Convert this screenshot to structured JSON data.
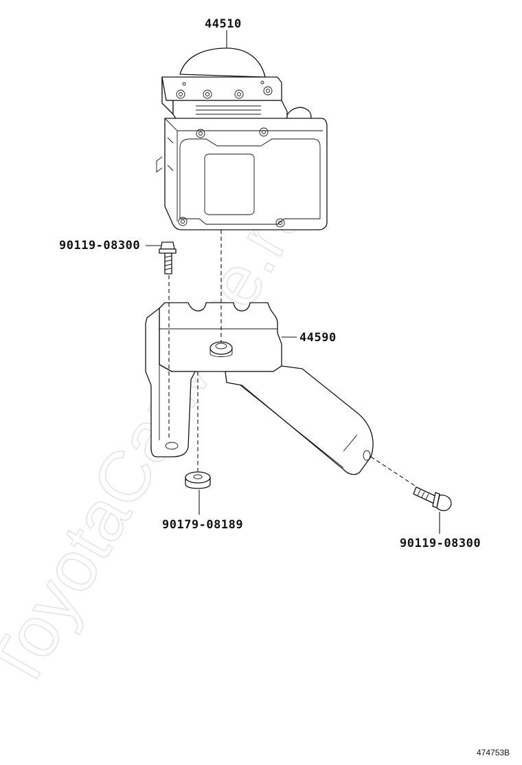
{
  "watermark": {
    "text": "ToyotaCarMine.ru"
  },
  "parts": {
    "actuator": {
      "number": "44510",
      "icon": "abs-actuator-icon"
    },
    "bracket": {
      "number": "44590",
      "icon": "actuator-bracket-icon"
    },
    "bolt_upper": {
      "number": "90119-08300",
      "icon": "flange-bolt-icon"
    },
    "bolt_lower": {
      "number": "90119-08300",
      "icon": "flange-bolt-icon"
    },
    "cushion": {
      "number": "90179-08189",
      "icon": "rubber-cushion-icon"
    }
  },
  "illustration_code": "474753B",
  "colors": {
    "ink": "#111111",
    "watermark": "#e4e4e4",
    "background": "#ffffff"
  }
}
